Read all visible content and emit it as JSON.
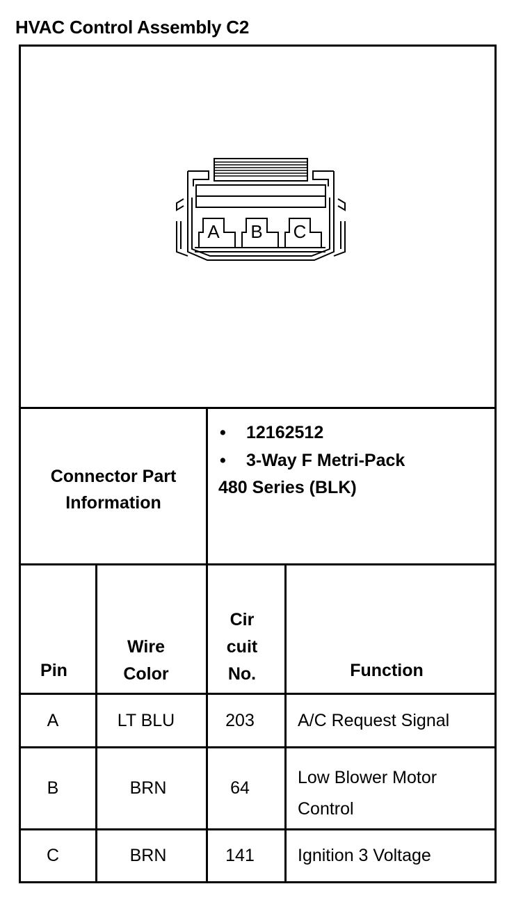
{
  "title": "HVAC Control Assembly C2",
  "connector_info": {
    "label_line1": "Connector Part",
    "label_line2": "Information",
    "bullet": "•",
    "part_number": "12162512",
    "description_line1": "3-Way F Metri-Pack",
    "description_line2": "480 Series (BLK)"
  },
  "pins": [
    "A",
    "B",
    "C"
  ],
  "table": {
    "headers": {
      "pin": "Pin",
      "wire_line1": "Wire",
      "wire_line2": "Color",
      "circuit_line1": "Cir",
      "circuit_line2": "cuit",
      "circuit_line3": "No.",
      "function": "Function"
    },
    "rows": [
      {
        "pin": "A",
        "wire_color": "LT BLU",
        "circuit": "203",
        "function_line1": "A/C Request Signal",
        "function_line2": ""
      },
      {
        "pin": "B",
        "wire_color": "BRN",
        "circuit": "64",
        "function_line1": "Low Blower Motor",
        "function_line2": "Control"
      },
      {
        "pin": "C",
        "wire_color": "BRN",
        "circuit": "141",
        "function_line1": "Ignition 3 Voltage",
        "function_line2": ""
      }
    ]
  }
}
